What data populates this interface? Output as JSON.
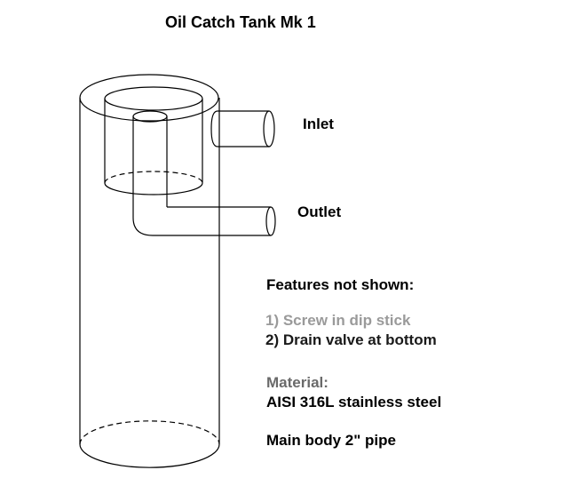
{
  "title": "Oil Catch Tank Mk 1",
  "labels": {
    "inlet": "Inlet",
    "outlet": "Outlet"
  },
  "notes": {
    "features_heading": "Features not shown:",
    "features": [
      "1) Screw in dip stick",
      "2) Drain valve at bottom"
    ],
    "material_heading": "Material:",
    "material_value": "AISI 316L stainless steel",
    "main_body": "Main body 2\" pipe"
  },
  "colors": {
    "line": "#000000",
    "background": "#ffffff",
    "faded_text": "#9a9a9a"
  }
}
